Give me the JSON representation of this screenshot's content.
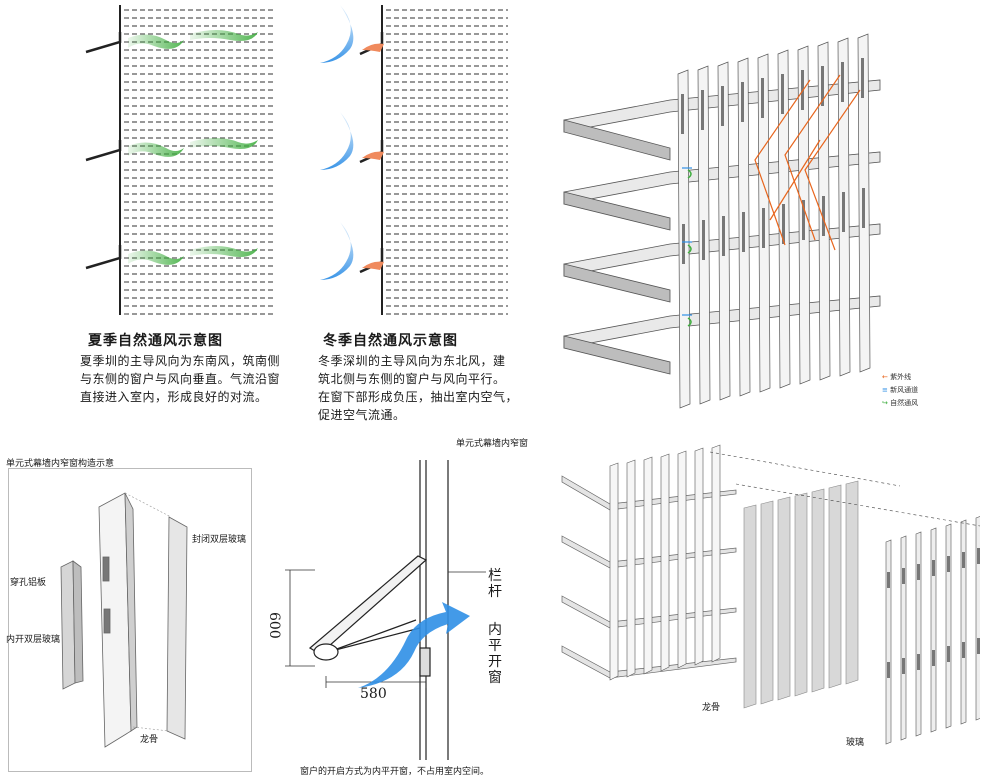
{
  "summer": {
    "title": "夏季自然通风示意图",
    "lines": [
      "夏季圳的主导风向为东南风，筑南侧",
      "与东侧的窗户与风向垂直。气流沿窗",
      "直接进入室内，形成良好的对流。"
    ]
  },
  "winter": {
    "title": "冬季自然通风示意图",
    "lines": [
      "冬季深圳的主导风向为东北风，建",
      "筑北侧与东侧的窗户与风向平行。",
      "在窗下部形成负压，抽出室内空气，",
      "促进空气流通。"
    ]
  },
  "legend": {
    "sun": "紫外线",
    "fresh": "新风通道",
    "natural": "自然通风"
  },
  "detail": {
    "title": "单元式幕墙内窄窗构造示意",
    "sealed_glass": "封闭双层玻璃",
    "perforated_panel": "穿孔铝板",
    "inner_glass": "内开双层玻璃",
    "keel": "龙骨"
  },
  "section": {
    "title": "单元式幕墙内窄窗",
    "dim_height": "600",
    "dim_width": "580",
    "railing": "栏杆",
    "inward_window": "内平开窗",
    "caption": "窗户的开启方式为内平开窗，不占用室内空间。"
  },
  "exploded": {
    "keel": "龙骨",
    "glass": "玻璃"
  },
  "colors": {
    "summer_wind": "#3fae3f",
    "winter_wind": "#2f8fe6",
    "exhaust": "#f08a5d",
    "sun_arrow": "#e8661e"
  }
}
